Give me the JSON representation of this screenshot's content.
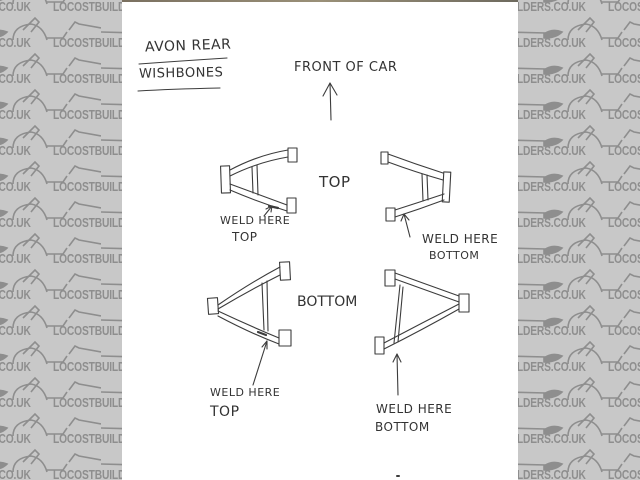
{
  "watermark": {
    "text": "LOCOSTBUILDERS.CO.UK",
    "color": "#8e8e8e",
    "background": "#c8c8c8"
  },
  "sketch": {
    "title_line1": "AVON REAR",
    "title_line2": "WISHBONES",
    "front_label": "FRONT OF CAR",
    "top_label": "TOP",
    "bottom_label": "BOTTOM",
    "annotations": [
      {
        "line1": "WELD HERE",
        "line2": "TOP"
      },
      {
        "line1": "WELD HERE",
        "line2": "BOTTOM"
      },
      {
        "line1": "WELD HERE",
        "line2": "TOP"
      },
      {
        "line1": "WELD HERE",
        "line2": "BOTTOM"
      }
    ]
  }
}
